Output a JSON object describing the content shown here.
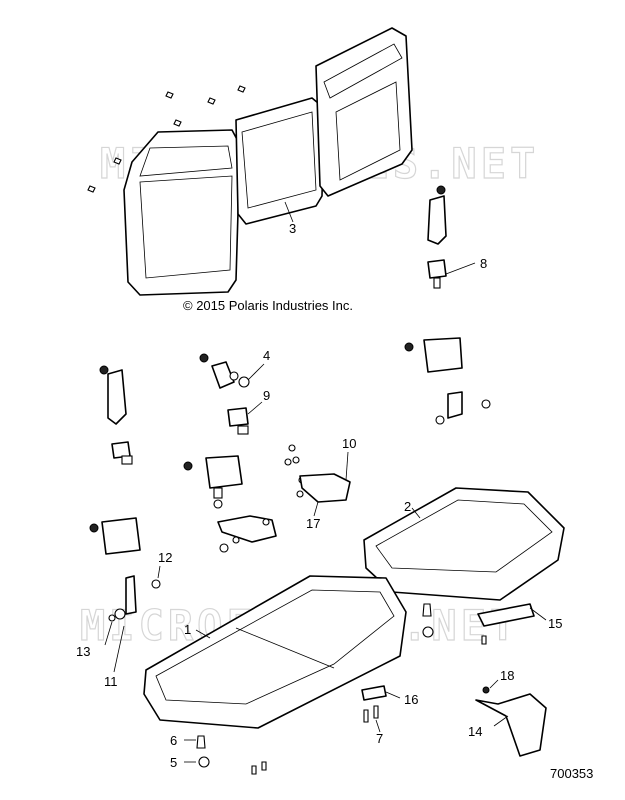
{
  "watermark": "MICROFICHES.NET",
  "copyright": "© 2015 Polaris Industries Inc.",
  "document_number": "700353",
  "callouts": [
    {
      "id": "c1",
      "label": "1"
    },
    {
      "id": "c2",
      "label": "2"
    },
    {
      "id": "c3",
      "label": "3"
    },
    {
      "id": "c4",
      "label": "4"
    },
    {
      "id": "c5",
      "label": "5"
    },
    {
      "id": "c6",
      "label": "6"
    },
    {
      "id": "c7",
      "label": "7"
    },
    {
      "id": "c8",
      "label": "8"
    },
    {
      "id": "c9",
      "label": "9"
    },
    {
      "id": "c10",
      "label": "10"
    },
    {
      "id": "c11",
      "label": "11"
    },
    {
      "id": "c12",
      "label": "12"
    },
    {
      "id": "c13",
      "label": "13"
    },
    {
      "id": "c14",
      "label": "14"
    },
    {
      "id": "c15",
      "label": "15"
    },
    {
      "id": "c16",
      "label": "16"
    },
    {
      "id": "c17",
      "label": "17"
    },
    {
      "id": "c18",
      "label": "18"
    }
  ]
}
